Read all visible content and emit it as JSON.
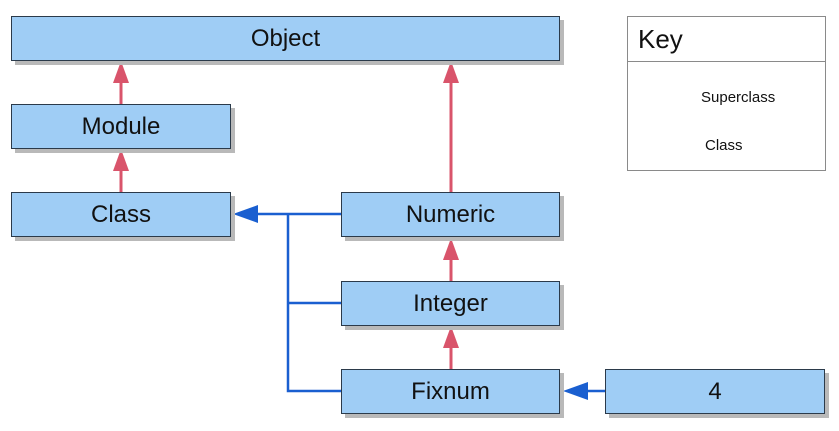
{
  "nodes": {
    "object": "Object",
    "module": "Module",
    "class": "Class",
    "numeric": "Numeric",
    "integer": "Integer",
    "fixnum": "Fixnum",
    "four": "4"
  },
  "key": {
    "title": "Key",
    "superclass_label": "Superclass",
    "class_label": "Class"
  },
  "colors": {
    "node_fill": "#9fcdf5",
    "superclass_arrow": "#d9546b",
    "class_arrow": "#1a5fd0"
  }
}
